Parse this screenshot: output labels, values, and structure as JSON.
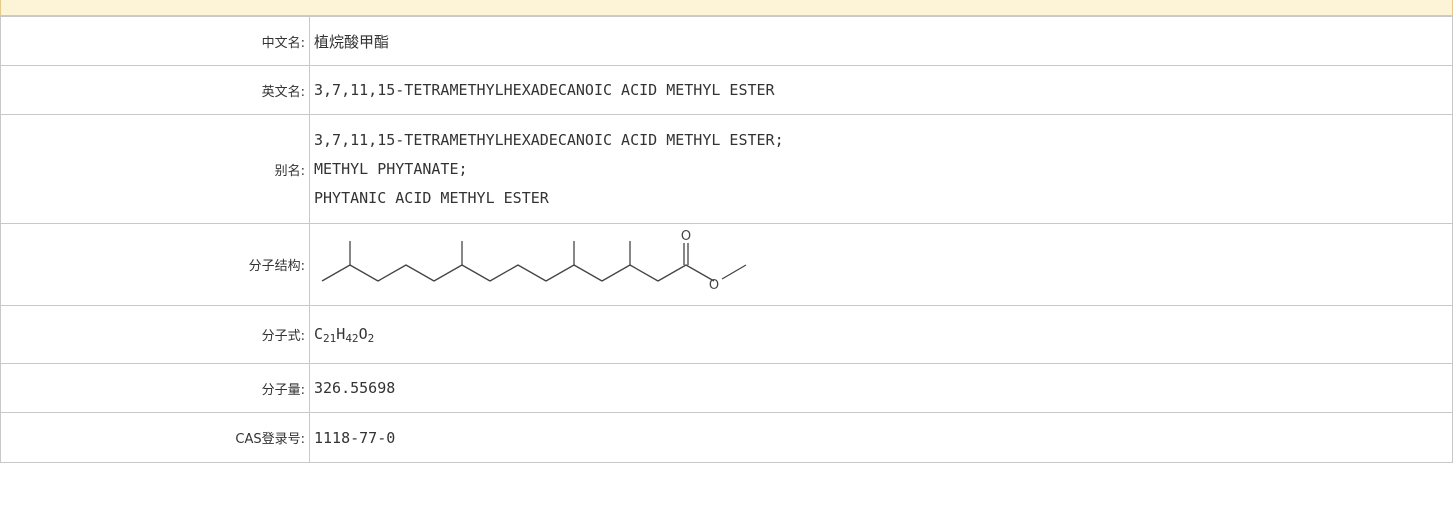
{
  "rows": {
    "chinese_name": {
      "label": "中文名:",
      "value": "植烷酸甲酯"
    },
    "english_name": {
      "label": "英文名:",
      "value": "3,7,11,15-TETRAMETHYLHEXADECANOIC ACID METHYL ESTER"
    },
    "aliases": {
      "label": "别名:",
      "values": [
        "3,7,11,15-TETRAMETHYLHEXADECANOIC ACID METHYL ESTER;",
        "METHYL PHYTANATE;",
        "PHYTANIC ACID METHYL ESTER"
      ]
    },
    "structure": {
      "label": "分子结构:",
      "atom_O1": "O",
      "atom_O2": "O"
    },
    "formula": {
      "label": "分子式:",
      "parts": [
        "C",
        "21",
        "H",
        "42",
        "O",
        "2"
      ]
    },
    "molecular_weight": {
      "label": "分子量:",
      "value": "326.55698"
    },
    "cas": {
      "label": "CAS登录号:",
      "value": "1118-77-0"
    }
  },
  "colors": {
    "header_bg": "#fdf3d6",
    "border": "#c8c8c8"
  }
}
